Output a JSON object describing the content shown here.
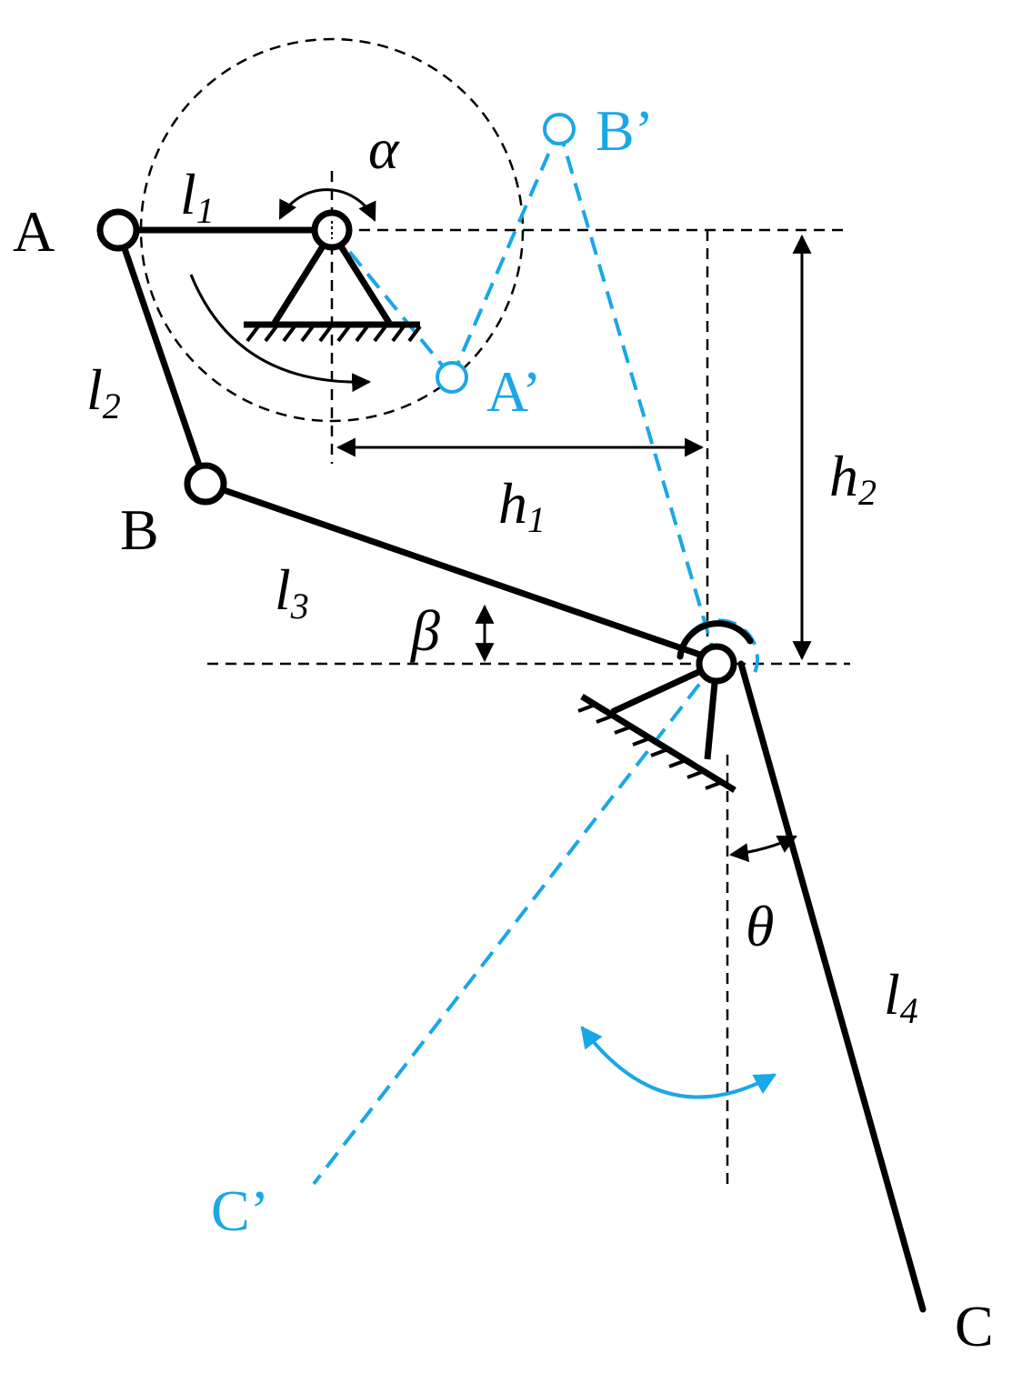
{
  "diagram": {
    "colors": {
      "primary": "#000000",
      "alternate": "#1aa7e6"
    },
    "labels": {
      "A": "A",
      "B": "B",
      "C": "C",
      "A_prime": "A’",
      "B_prime": "B’",
      "C_prime": "C’",
      "l1_main": "l",
      "l1_sub": "1",
      "l2_main": "l",
      "l2_sub": "2",
      "l3_main": "l",
      "l3_sub": "3",
      "l4_main": "l",
      "l4_sub": "4",
      "h1_main": "h",
      "h1_sub": "1",
      "h2_main": "h",
      "h2_sub": "2",
      "alpha": "α",
      "beta": "β",
      "theta": "θ"
    }
  }
}
